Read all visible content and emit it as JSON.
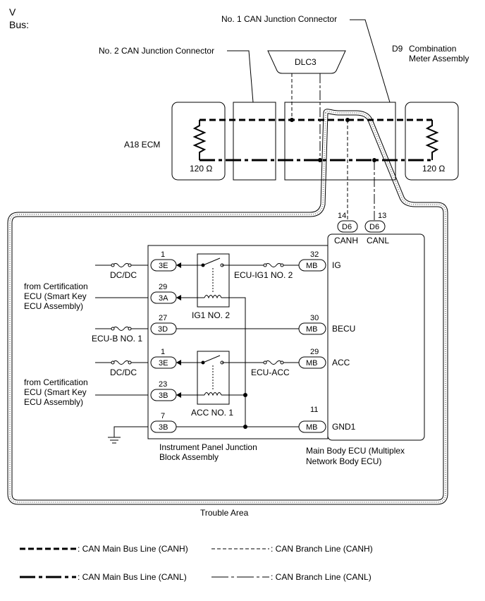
{
  "header": {
    "line1": "V",
    "line2": "Bus:"
  },
  "labels": {
    "no1_can_jc": "No. 1 CAN Junction Connector",
    "no2_can_jc": "No. 2 CAN Junction Connector",
    "dlc3": "DLC3",
    "d9_code": "D9",
    "combination_meter_line1": "Combination",
    "combination_meter_line2": "Meter Assembly",
    "ecm": "A18  ECM",
    "resistor_left": "120 Ω",
    "resistor_right": "120 Ω",
    "trouble_area": "Trouble Area"
  },
  "ecu_connectors": {
    "canh": {
      "pin": "14",
      "code": "D6",
      "signal": "CANH"
    },
    "canl": {
      "pin": "13",
      "code": "D6",
      "signal": "CANL"
    }
  },
  "junction_block": {
    "name_line1": "Instrument Panel Junction",
    "name_line2": "Block Assembly",
    "relay_ig1": "IG1 NO. 2",
    "relay_acc": "ACC NO. 1"
  },
  "main_body_ecu": {
    "name_line1": "Main Body ECU (Multiplex",
    "name_line2": "Network Body ECU)"
  },
  "left_pins": [
    {
      "pin": "1",
      "code": "3E"
    },
    {
      "pin": "29",
      "code": "3A"
    },
    {
      "pin": "27",
      "code": "3D"
    },
    {
      "pin": "1",
      "code": "3E"
    },
    {
      "pin": "23",
      "code": "3B"
    },
    {
      "pin": "7",
      "code": "3B"
    }
  ],
  "right_pins": [
    {
      "pin": "32",
      "code": "MB",
      "signal": "IG"
    },
    {
      "pin": "30",
      "code": "MB",
      "signal": "BECU"
    },
    {
      "pin": "29",
      "code": "MB",
      "signal": "ACC"
    },
    {
      "pin": "11",
      "code": "MB",
      "signal": "GND1"
    }
  ],
  "fuses": {
    "dcdc_1": "DC/DC",
    "ecu_ig1_no2": "ECU-IG1 NO. 2",
    "ecu_b_no1": "ECU-B NO. 1",
    "dcdc_2": "DC/DC",
    "ecu_acc": "ECU-ACC"
  },
  "sources": {
    "cert1_line1": "from Certification",
    "cert1_line2": "ECU (Smart Key",
    "cert1_line3": "ECU Assembly)",
    "cert2_line1": "from Certification",
    "cert2_line2": "ECU (Smart Key",
    "cert2_line3": "ECU Assembly)"
  },
  "legend": {
    "main_canh": ": CAN Main Bus Line (CANH)",
    "branch_canh": ": CAN Branch Line (CANH)",
    "main_canl": ": CAN Main Bus Line (CANL)",
    "branch_canl": ": CAN Branch Line (CANL)"
  }
}
